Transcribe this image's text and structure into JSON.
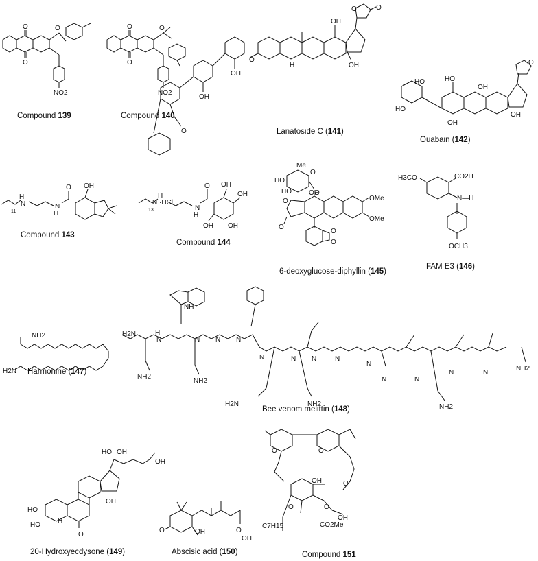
{
  "compounds": [
    {
      "id": "c139",
      "prefix": "Compound ",
      "number": "139",
      "suffix": ""
    },
    {
      "id": "c140",
      "prefix": "Compound ",
      "number": "140",
      "suffix": ""
    },
    {
      "id": "c141",
      "prefix": "Lanatoside C (",
      "number": "141",
      "suffix": ")"
    },
    {
      "id": "c142",
      "prefix": "Ouabain (",
      "number": "142",
      "suffix": ")"
    },
    {
      "id": "c143",
      "prefix": "Compound ",
      "number": "143",
      "suffix": ""
    },
    {
      "id": "c144",
      "prefix": "Compound ",
      "number": "144",
      "suffix": ""
    },
    {
      "id": "c145",
      "prefix": "6-deoxyglucose-diphyllin (",
      "number": "145",
      "suffix": ")"
    },
    {
      "id": "c146",
      "prefix": "FAM E3 (",
      "number": "146",
      "suffix": ")"
    },
    {
      "id": "c147",
      "prefix": "Harmonine (",
      "number": "147",
      "suffix": ")"
    },
    {
      "id": "c148",
      "prefix": "Bee venom melittin (",
      "number": "148",
      "suffix": ")"
    },
    {
      "id": "c149",
      "prefix": "20-Hydroxyecdysone (",
      "number": "149",
      "suffix": ")"
    },
    {
      "id": "c150",
      "prefix": "Abscisic acid (",
      "number": "150",
      "suffix": ")"
    },
    {
      "id": "c151",
      "prefix": "Compound ",
      "number": "151",
      "suffix": ""
    }
  ],
  "atom_labels": {
    "O": "O",
    "OH": "OH",
    "HO": "HO",
    "H": "H",
    "N": "N",
    "NH": "NH",
    "NH2": "NH2",
    "H2N": "H2N",
    "NO2": "NO2",
    "OMe": "OMe",
    "Me": "Me",
    "CO2H": "CO2H",
    "H3CO": "H3CO",
    "OCH3": "OCH3",
    "HCl": "·HCl",
    "n11": "11",
    "n13": "13",
    "C7H15": "C7H15",
    "CO2Me": "CO2Me",
    "N_H": "N—H"
  }
}
